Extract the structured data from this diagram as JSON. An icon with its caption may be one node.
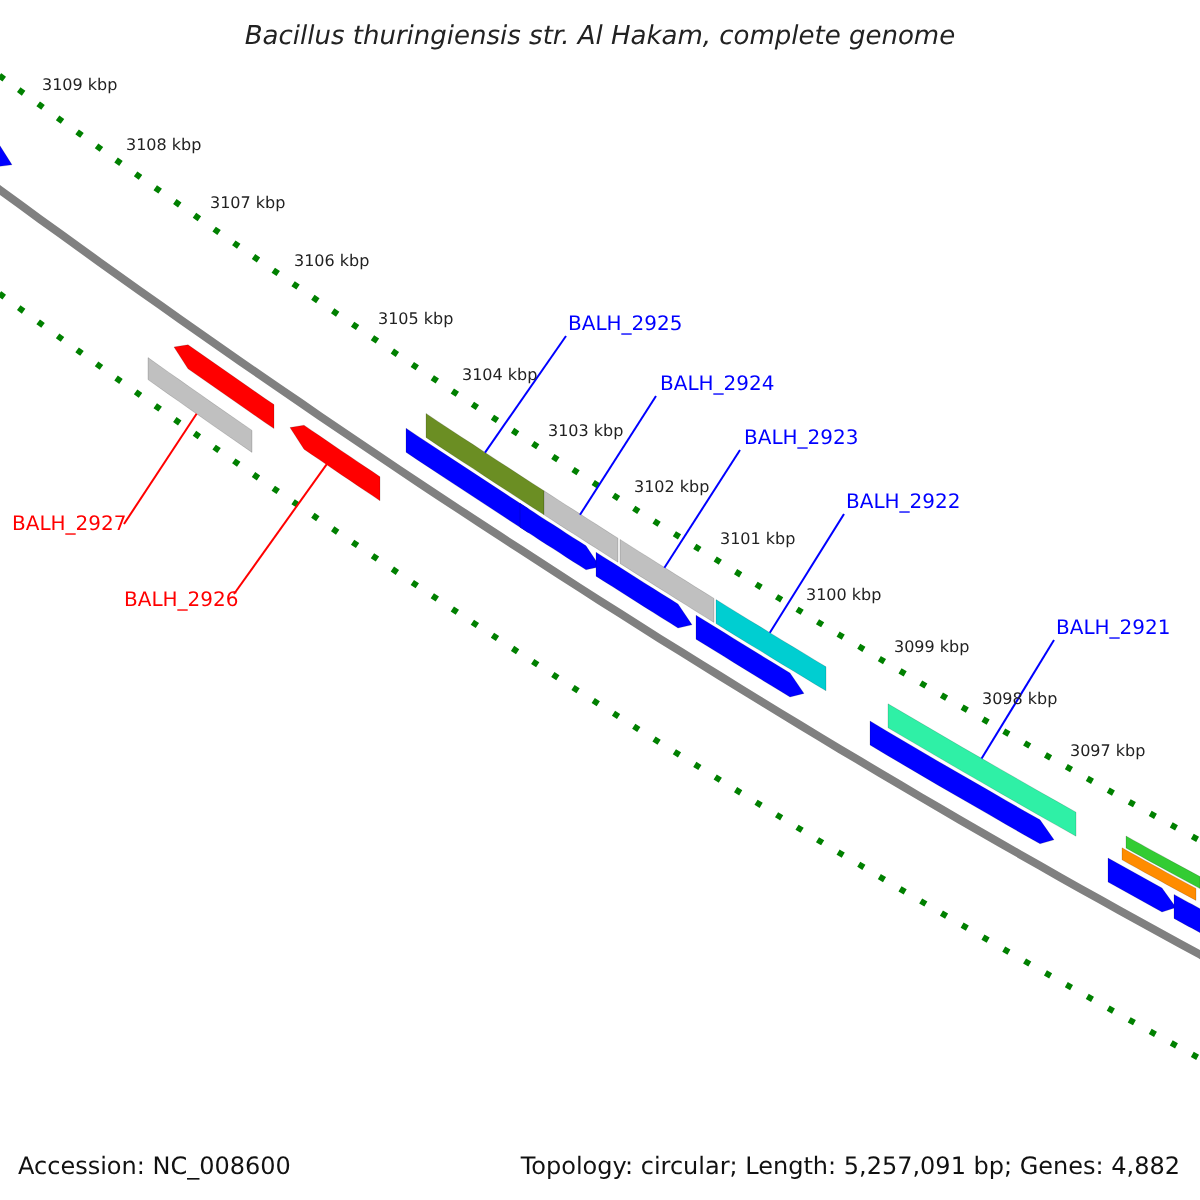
{
  "diagram": {
    "title": "Bacillus thuringiensis str. Al Hakam, complete genome",
    "nodes": [
      {
        "text": [
          "BALH_2925"
        ]
      },
      {
        "text": [
          "BALH_2924"
        ]
      },
      {
        "text": [
          "BALH_2923"
        ]
      },
      {
        "text": [
          "BALH_2922"
        ]
      },
      {
        "text": [
          "BALH_2921"
        ]
      },
      {
        "text": [
          "BALH_2927"
        ]
      },
      {
        "text": [
          "BALH_2926"
        ]
      },
      {
        "text": [],
        "shape": "bar"
      },
      {
        "text": [],
        "shape": "bar"
      },
      {
        "text": [],
        "shape": "bar"
      },
      {
        "text": [],
        "shape": "bar"
      },
      {
        "text": [],
        "shape": "bar"
      },
      {
        "text": [],
        "shape": "bar"
      },
      {
        "text": [],
        "shape": "bar"
      }
    ],
    "edges": [
      {
        "from": 5,
        "to": 7,
        "arrow": "none",
        "color": "#ff0000"
      },
      {
        "from": 6,
        "to": 8,
        "arrow": "none",
        "color": "#ff0000"
      },
      {
        "from": 0,
        "to": 9,
        "arrow": "none"
      },
      {
        "from": 1,
        "to": 10,
        "arrow": "none"
      },
      {
        "from": 2,
        "to": 11,
        "arrow": "none"
      },
      {
        "from": 3,
        "to": 12,
        "arrow": "none"
      },
      {
        "from": 4,
        "to": 13,
        "arrow": "none"
      }
    ],
    "labels": [
      "3109 kbp",
      "3108 kbp",
      "3107 kbp",
      "3106 kbp",
      "3105 kbp",
      "3104 kbp",
      "3103 kbp",
      "3102 kbp",
      "3101 kbp",
      "3100 kbp",
      "3099 kbp",
      "3098 kbp",
      "3097 kbp",
      "Accession: NC_008600",
      "Topology: circular; Length: 5,257,091 bp; Genes: 4,882"
    ]
  }
}
